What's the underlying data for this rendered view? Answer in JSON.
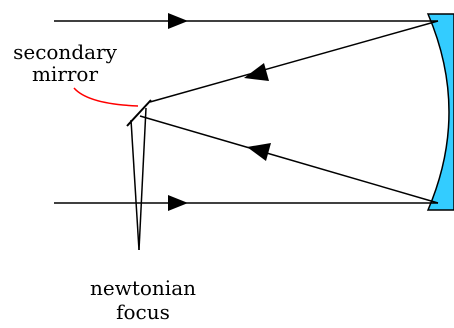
{
  "diagram": {
    "labels": {
      "secondary_line1": "secondary",
      "secondary_line2": "mirror",
      "focus_line1": "newtonian",
      "focus_line2": "focus"
    },
    "colors": {
      "primary_mirror": "#33ccff",
      "leader_line": "#ff0000",
      "rays": "#000000"
    }
  }
}
